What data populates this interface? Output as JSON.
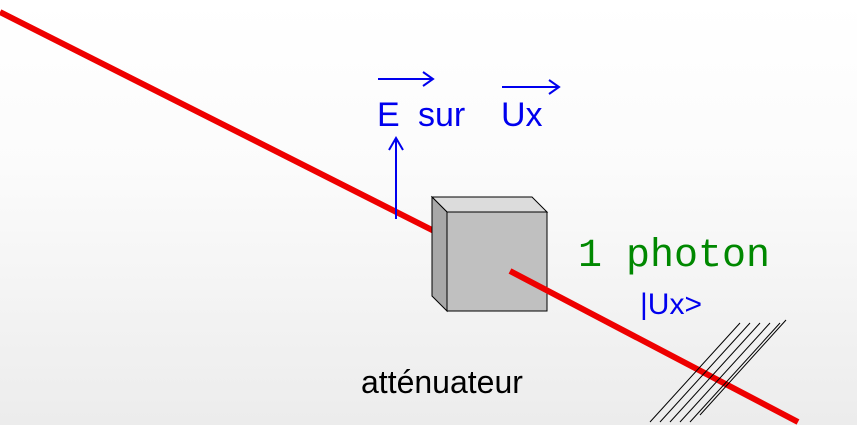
{
  "labels": {
    "field_e": "E",
    "field_sur": "sur",
    "field_ux": "Ux",
    "photon": "1 photon",
    "state": "|Ux>",
    "attenuator": "atténuateur"
  },
  "colors": {
    "beam": "#ee0000",
    "field": "#0000ee",
    "photon_text": "#008800",
    "attenuator_face": "#c0c0c0",
    "attenuator_side": "#a8a8a8",
    "attenuator_top": "#dcdcdc",
    "hatch": "#000000",
    "text": "#000000"
  }
}
